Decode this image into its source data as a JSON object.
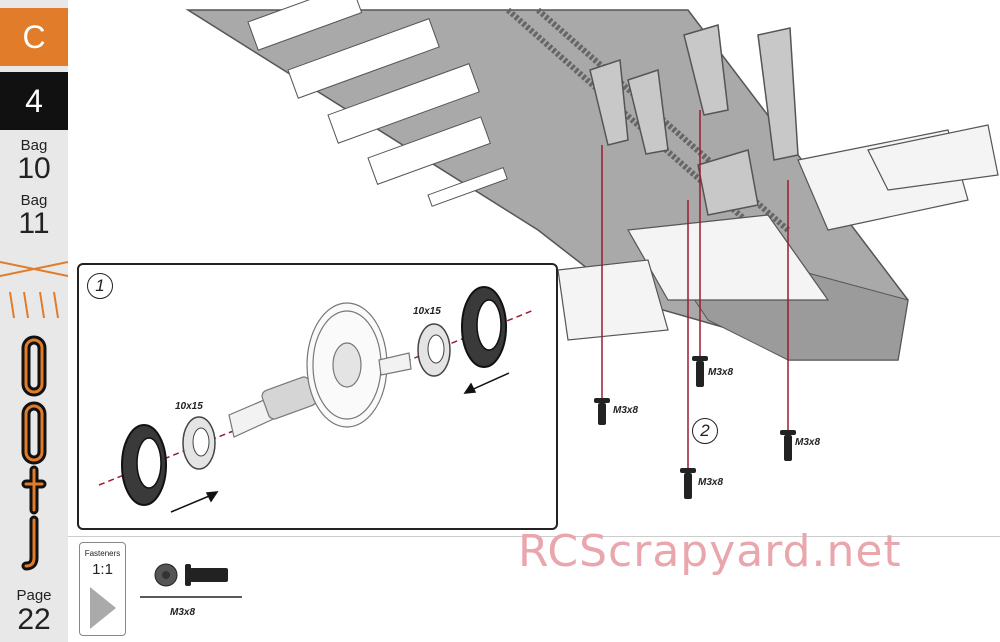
{
  "sidebar": {
    "section": "C",
    "step": "4",
    "bags": [
      {
        "label": "Bag",
        "number": "10"
      },
      {
        "label": "Bag",
        "number": "11"
      }
    ],
    "page_label": "Page",
    "page_number": "22",
    "accent_color": "#e07c2a"
  },
  "steps": {
    "step1": "1",
    "step2": "2"
  },
  "parts": {
    "bearing_label": "10x15",
    "screw_label": "M3x8"
  },
  "fasteners": {
    "title": "Fasteners",
    "scale": "1:1",
    "item_name": "M3x8"
  },
  "watermark": "RCScrapyard.net"
}
